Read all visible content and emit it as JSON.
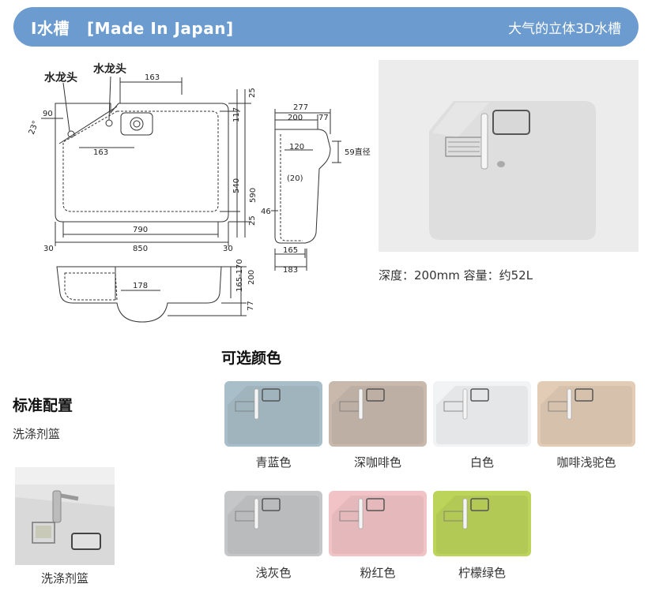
{
  "header": {
    "model": "I水槽",
    "made": "[Made In Japan]",
    "subtitle": "大气的立体3D水槽"
  },
  "diagram": {
    "faucet_label_1": "水龙头",
    "faucet_label_2": "水龙头",
    "top_view": {
      "dims": [
        "163",
        "90",
        "23°",
        "163",
        "25",
        "117",
        "540",
        "590",
        "25",
        "790",
        "850",
        "30",
        "30"
      ]
    },
    "side_view": {
      "dims": [
        "277",
        "200",
        "77",
        "120",
        "59直径",
        "(20)",
        "46",
        "165",
        "183"
      ]
    },
    "front_view": {
      "dims": [
        "178",
        "165-170",
        "200",
        "77"
      ]
    }
  },
  "spec": "深度：200mm 容量：约52L",
  "colors_section": {
    "title": "可选颜色",
    "items": [
      {
        "label": "青蓝色",
        "color": "#a8bec8"
      },
      {
        "label": "深咖啡色",
        "color": "#c9b9ad"
      },
      {
        "label": "白色",
        "color": "#f2f3f5"
      },
      {
        "label": "咖啡浅驼色",
        "color": "#e2ccb6"
      },
      {
        "label": "浅灰色",
        "color": "#c4c6c7"
      },
      {
        "label": "粉红色",
        "color": "#f2c3c6"
      },
      {
        "label": "柠檬绿色",
        "color": "#bcd45a"
      }
    ]
  },
  "standard_section": {
    "title": "标准配置",
    "item": "洗涤剂篮",
    "photo_caption": "洗涤剂篮"
  }
}
